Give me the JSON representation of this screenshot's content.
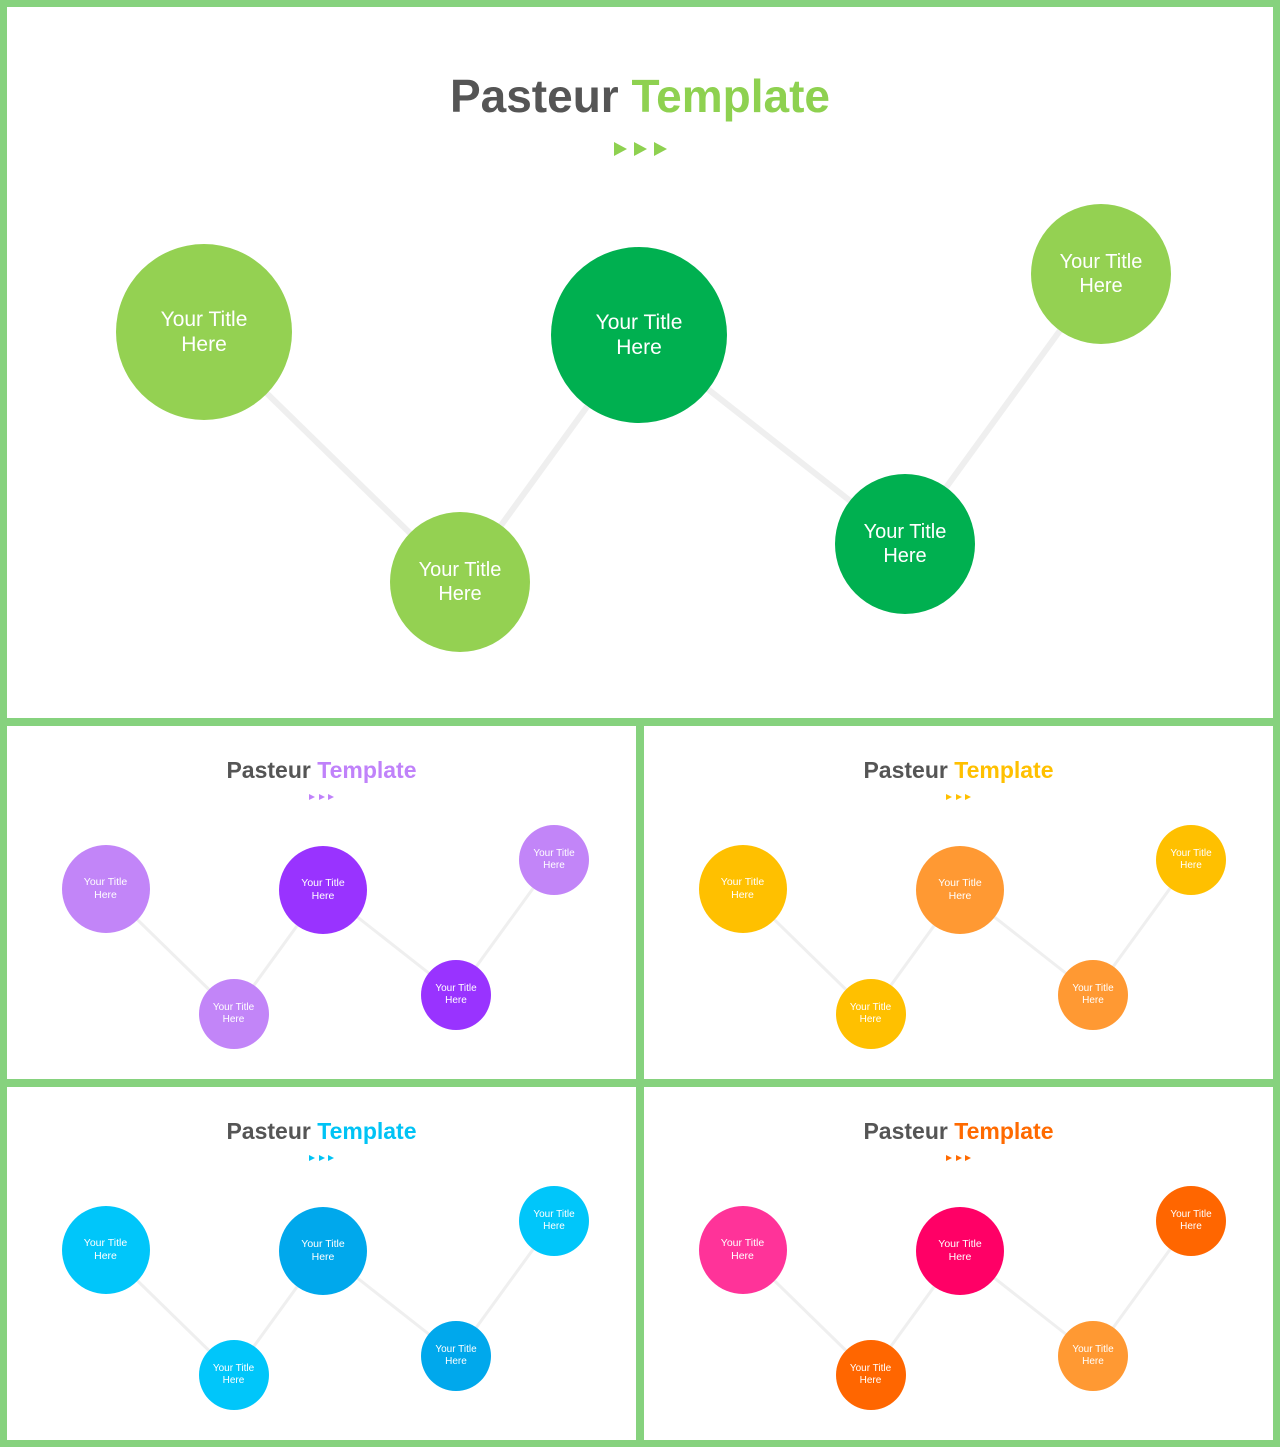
{
  "slides": [
    {
      "title_a": "Pasteur",
      "title_b": "Template",
      "accent": "#8ed150",
      "nodes": [
        {
          "label": "Your Title\nHere",
          "color": "#94d152"
        },
        {
          "label": "Your Title\nHere",
          "color": "#94d152"
        },
        {
          "label": "Your Title\nHere",
          "color": "#00b050"
        },
        {
          "label": "Your Title\nHere",
          "color": "#00b050"
        },
        {
          "label": "Your Title\nHere",
          "color": "#94d152"
        }
      ]
    },
    {
      "title_a": "Pasteur",
      "title_b": "Template",
      "accent": "#c082fa",
      "nodes": [
        {
          "label": "Your Title\nHere",
          "color": "#c285f8"
        },
        {
          "label": "Your Title\nHere",
          "color": "#c285f8"
        },
        {
          "label": "Your Title\nHere",
          "color": "#9933ff"
        },
        {
          "label": "Your Title\nHere",
          "color": "#9933ff"
        },
        {
          "label": "Your Title\nHere",
          "color": "#c285f8"
        }
      ]
    },
    {
      "title_a": "Pasteur",
      "title_b": "Template",
      "accent": "#ffc000",
      "nodes": [
        {
          "label": "Your Title\nHere",
          "color": "#ffc000"
        },
        {
          "label": "Your Title\nHere",
          "color": "#ffc000"
        },
        {
          "label": "Your Title\nHere",
          "color": "#ff9933"
        },
        {
          "label": "Your Title\nHere",
          "color": "#ff9933"
        },
        {
          "label": "Your Title\nHere",
          "color": "#ffc000"
        }
      ]
    },
    {
      "title_a": "Pasteur",
      "title_b": "Template",
      "accent": "#00c3f5",
      "nodes": [
        {
          "label": "Your Title\nHere",
          "color": "#00c6fa"
        },
        {
          "label": "Your Title\nHere",
          "color": "#00c6fa"
        },
        {
          "label": "Your Title\nHere",
          "color": "#00a8ec"
        },
        {
          "label": "Your Title\nHere",
          "color": "#00a8ec"
        },
        {
          "label": "Your Title\nHere",
          "color": "#00c6fa"
        }
      ]
    },
    {
      "title_a": "Pasteur",
      "title_b": "Template",
      "accent": "#ff6a00",
      "nodes": [
        {
          "label": "Your Title\nHere",
          "color": "#ff3399"
        },
        {
          "label": "Your Title\nHere",
          "color": "#ff6600"
        },
        {
          "label": "Your Title\nHere",
          "color": "#ff0066"
        },
        {
          "label": "Your Title\nHere",
          "color": "#ff9933"
        },
        {
          "label": "Your Title\nHere",
          "color": "#ff6600"
        }
      ]
    }
  ]
}
